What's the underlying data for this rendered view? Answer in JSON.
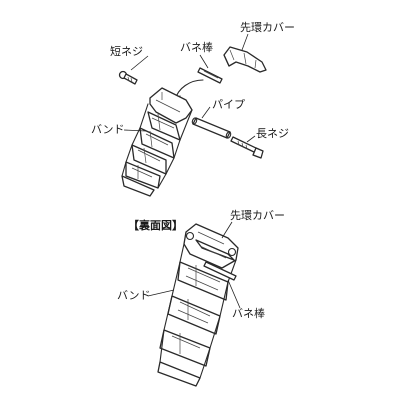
{
  "diagram": {
    "labels": {
      "top_cover": "先環カバー",
      "short_screw": "短ネジ",
      "spring_bar_top": "バネ棒",
      "pipe": "パイプ",
      "band_top": "バンド",
      "long_screw": "長ネジ",
      "back_view_title": "【裏面図】",
      "bottom_cover": "先環カバー",
      "band_bottom": "バンド",
      "spring_bar_bottom": "バネ棒"
    }
  }
}
